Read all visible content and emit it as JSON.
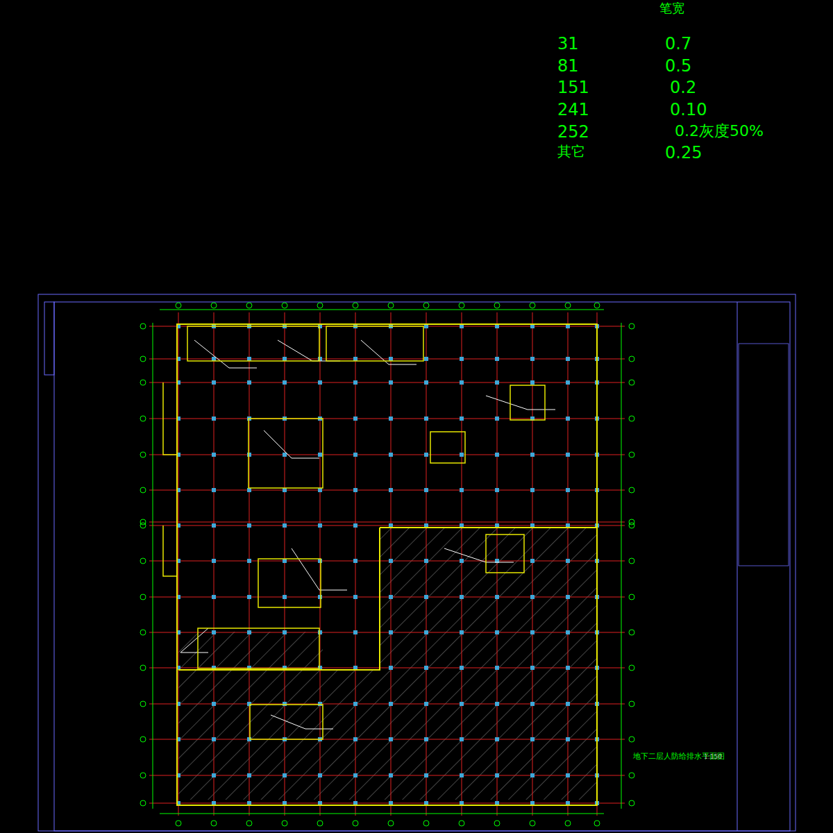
{
  "diagram": {
    "labels": [
      "笔宽",
      "31",
      "0.7",
      "81",
      "0.5",
      "151",
      "0.2",
      "241",
      "0.10",
      "252",
      "0.2灰度50%",
      "其它",
      "0.25",
      "地下二层人防给排水平面图",
      "1:150"
    ]
  }
}
